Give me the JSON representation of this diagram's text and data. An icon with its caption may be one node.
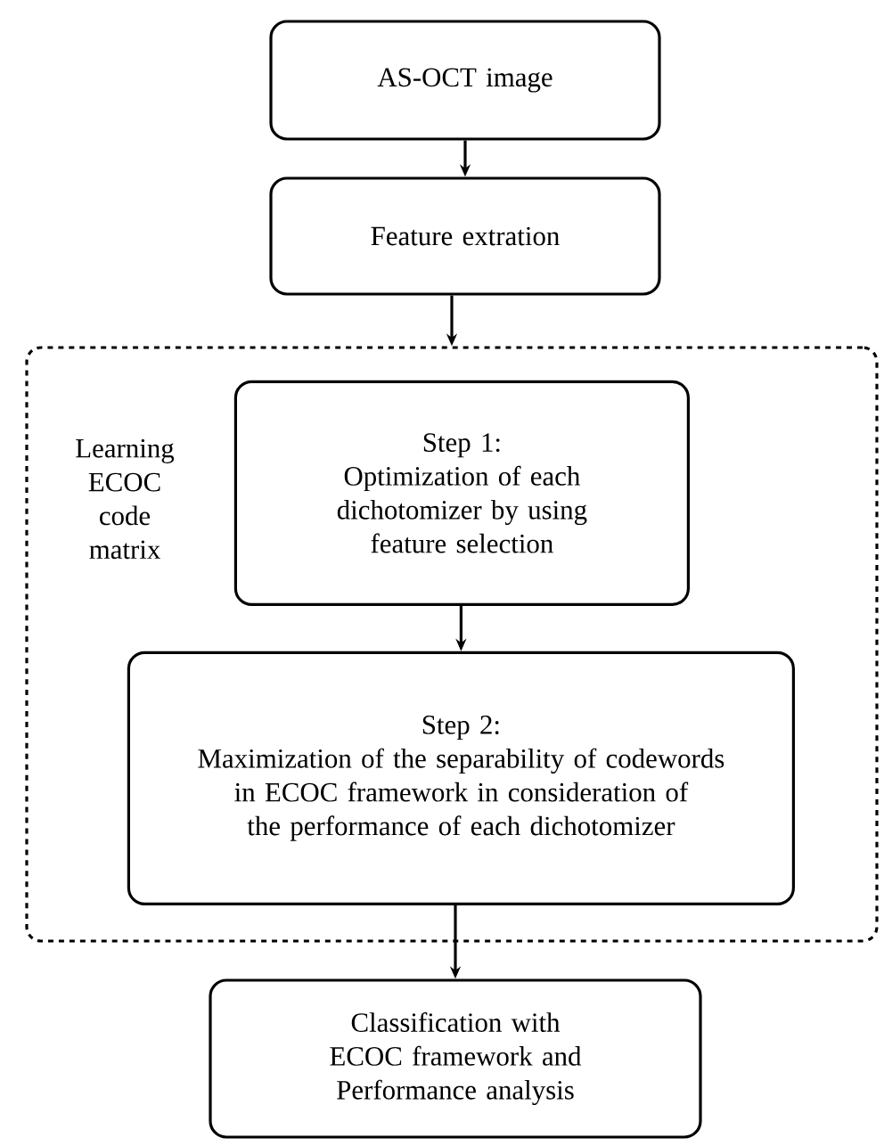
{
  "diagram": {
    "nodes": [
      {
        "text": [
          "AS-OCT image"
        ]
      },
      {
        "text": [
          "Feature extration"
        ]
      },
      {
        "text": [
          "Learning ECOC code matrix"
        ]
      },
      {
        "text": [
          "Step 1:",
          "Optimization of each dichotomizer by using feature selection"
        ],
        "in": 2
      },
      {
        "text": [
          "Step 2:",
          "Maximization of the separability of codewords in ECOC framework in consideration of the performance of each dichotomizer"
        ],
        "in": 2
      },
      {
        "text": [
          "Classification with ECOC framework and Performance analysis"
        ]
      }
    ],
    "edges": [
      {
        "from": 0,
        "to": 1,
        "arrow": "to"
      },
      {
        "from": 1,
        "to": 2,
        "arrow": "to"
      },
      {
        "from": 3,
        "to": 4,
        "arrow": "to"
      },
      {
        "from": 4,
        "to": 5,
        "arrow": "to"
      }
    ]
  }
}
